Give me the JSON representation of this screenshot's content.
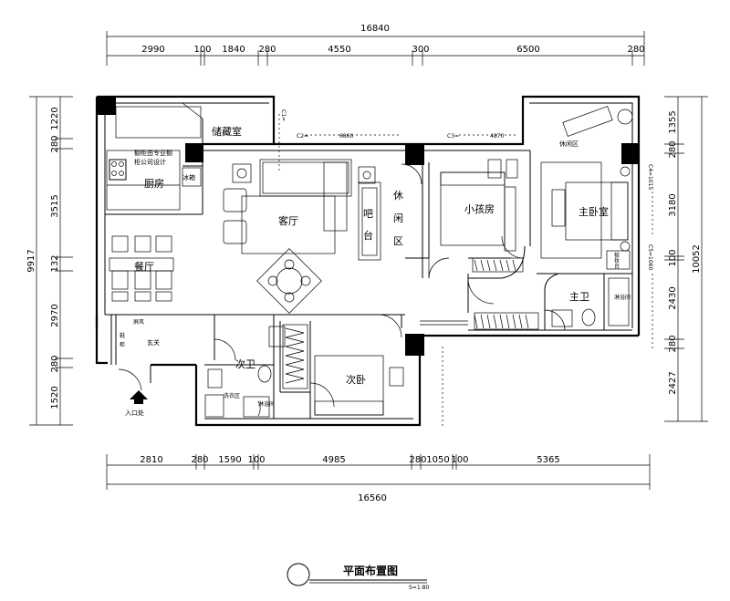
{
  "dimensions": {
    "top_total": "16840",
    "top_segments": [
      "2990",
      "100",
      "1840",
      "280",
      "4550",
      "300",
      "6500",
      "280"
    ],
    "bottom_total": "16560",
    "bottom_segments": [
      "2810",
      "280",
      "1590",
      "100",
      "4985",
      "280",
      "1050",
      "100",
      "5365"
    ],
    "left_total": "9917",
    "left_segments": [
      "1220",
      "280",
      "3515",
      "132",
      "2970",
      "280",
      "1520"
    ],
    "right_total": "10052",
    "right_segments": [
      "1355",
      "280",
      "3180",
      "100",
      "2430",
      "280",
      "2427"
    ]
  },
  "rooms": {
    "storage": "储藏室",
    "kitchen": "厨房",
    "fridge": "冰箱",
    "cabinet_note_1": "橱柜由专业橱",
    "cabinet_note_2": "柜公司设计",
    "living": "客厅",
    "bar_1": "吧",
    "bar_2": "台",
    "leisure_1": "休",
    "leisure_2": "闲",
    "leisure_3": "区",
    "kids": "小孩房",
    "master": "主卧室",
    "balcony_leisure": "休闲区",
    "dining": "餐厅",
    "entrance": "玄关",
    "entrance_label": "入口处",
    "shoe_1": "鞋",
    "shoe_2": "柜",
    "screen": "屏风",
    "second_bath": "次卫",
    "laundry": "洗衣区",
    "shower_small": "淋浴间",
    "second_bed": "次卧",
    "master_bath": "主卫",
    "master_shower": "淋浴间",
    "dressing_1": "梳",
    "dressing_2": "妆",
    "dressing_3": "台"
  },
  "tags": {
    "c1": "C1=",
    "c2": "C2=",
    "c2_val": "6860",
    "c3": "C3=",
    "c3_val": "4870",
    "c4": "C4=1015",
    "c5": "C5=1060"
  },
  "title": {
    "main": "平面布置图",
    "scale": "S=1:80"
  }
}
